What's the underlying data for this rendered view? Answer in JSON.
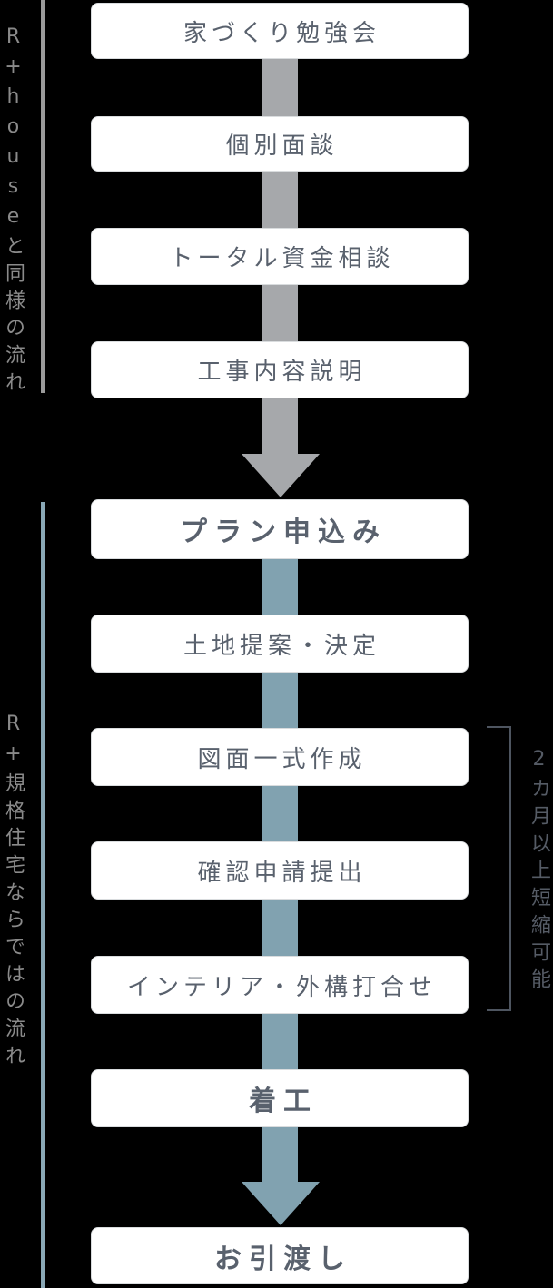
{
  "diagram": {
    "title_hint": "home-building process flow",
    "background": "#000000",
    "phases": {
      "top": {
        "label": "R+houseと同様の流れ"
      },
      "bottom": {
        "label": "R+規格住宅ならではの流れ"
      }
    },
    "steps": [
      {
        "label": "家づくり勉強会",
        "emphasis": false,
        "phase": "top"
      },
      {
        "label": "個別面談",
        "emphasis": false,
        "phase": "top"
      },
      {
        "label": "トータル資金相談",
        "emphasis": false,
        "phase": "top"
      },
      {
        "label": "工事内容説明",
        "emphasis": false,
        "phase": "top"
      },
      {
        "label": "プラン申込み",
        "emphasis": true,
        "phase": "bottom"
      },
      {
        "label": "土地提案・決定",
        "emphasis": false,
        "phase": "bottom"
      },
      {
        "label": "図面一式作成",
        "emphasis": false,
        "phase": "bottom"
      },
      {
        "label": "確認申請提出",
        "emphasis": false,
        "phase": "bottom"
      },
      {
        "label": "インテリア・外構打合せ",
        "emphasis": false,
        "phase": "bottom"
      },
      {
        "label": "着工",
        "emphasis": true,
        "phase": "bottom"
      },
      {
        "label": "お引渡し",
        "emphasis": true,
        "phase": "bottom"
      }
    ],
    "annotation": {
      "label": "2カ月以上短縮可能",
      "applies_to_steps": [
        6,
        7,
        8
      ]
    },
    "colors": {
      "arrow_gray": "#a6a8ab",
      "arrow_teal": "#81a2b0",
      "rail_gray": "#9b9b9b",
      "rail_teal": "#8aa8b6",
      "box_background": "#ffffff",
      "box_text": "#59616d",
      "side_text": "#8a8a8a",
      "bracket": "#4e5560",
      "annotation_text": "#555b65"
    }
  }
}
